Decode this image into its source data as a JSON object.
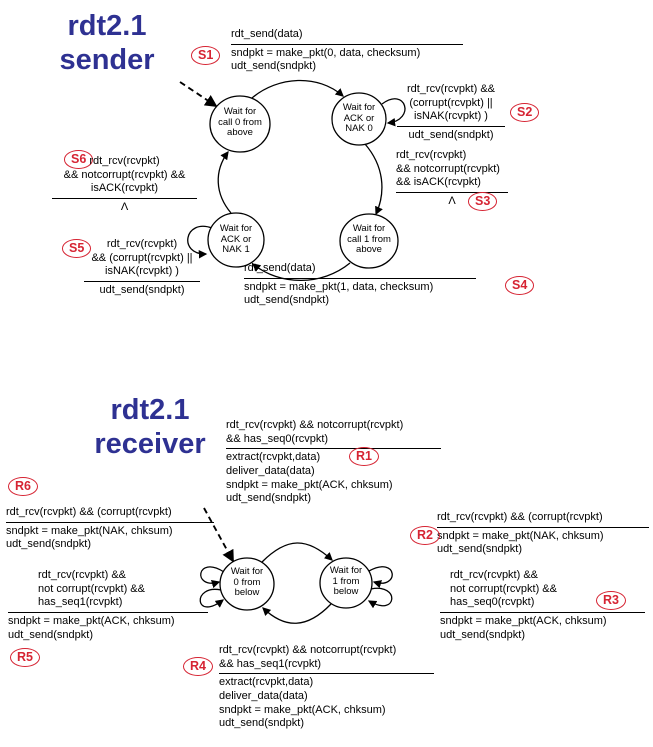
{
  "colors": {
    "title_blue": "#2e3192",
    "badge_red": "#d62433",
    "ink": "#000000"
  },
  "sender": {
    "title": "rdt2.1\nsender",
    "states": [
      {
        "label": "Wait for\ncall 0 from\nabove"
      },
      {
        "label": "Wait for\nACK or\nNAK 0"
      },
      {
        "label": "Wait for\ncall 1 from\nabove"
      },
      {
        "label": "Wait for\nACK or\nNAK 1"
      }
    ],
    "transitions": [
      {
        "id": "S1",
        "cond": "rdt_send(data)",
        "act": "sndpkt = make_pkt(0, data, checksum)\nudt_send(sndpkt)"
      },
      {
        "id": "S2",
        "cond": "rdt_rcv(rcvpkt) &&\n(corrupt(rcvpkt) ||\nisNAK(rcvpkt) )",
        "act": "udt_send(sndpkt)"
      },
      {
        "id": "S3",
        "cond": "rdt_rcv(rcvpkt)\n&& notcorrupt(rcvpkt)\n&& isACK(rcvpkt)",
        "act": "Λ"
      },
      {
        "id": "S4",
        "cond": "rdt_send(data)",
        "act": "sndpkt = make_pkt(1, data, checksum)\nudt_send(sndpkt)"
      },
      {
        "id": "S5",
        "cond": "rdt_rcv(rcvpkt)\n&& (corrupt(rcvpkt) ||\nisNAK(rcvpkt) )",
        "act": "udt_send(sndpkt)"
      },
      {
        "id": "S6",
        "cond": "rdt_rcv(rcvpkt)\n&& notcorrupt(rcvpkt) &&\nisACK(rcvpkt)",
        "act": "Λ"
      }
    ]
  },
  "receiver": {
    "title": "rdt2.1\nreceiver",
    "states": [
      {
        "label": "Wait for\n0 from\nbelow"
      },
      {
        "label": "Wait for\n1 from\nbelow"
      }
    ],
    "transitions": [
      {
        "id": "R1",
        "cond": "rdt_rcv(rcvpkt) && notcorrupt(rcvpkt)\n&& has_seq0(rcvpkt)",
        "act": "extract(rcvpkt,data)\ndeliver_data(data)\nsndpkt = make_pkt(ACK, chksum)\nudt_send(sndpkt)"
      },
      {
        "id": "R2",
        "cond": "rdt_rcv(rcvpkt) && (corrupt(rcvpkt)",
        "act": "sndpkt = make_pkt(NAK, chksum)\nudt_send(sndpkt)"
      },
      {
        "id": "R3",
        "cond": "rdt_rcv(rcvpkt) &&\nnot corrupt(rcvpkt) &&\nhas_seq0(rcvpkt)",
        "act": "sndpkt = make_pkt(ACK, chksum)\nudt_send(sndpkt)"
      },
      {
        "id": "R4",
        "cond": "rdt_rcv(rcvpkt) && notcorrupt(rcvpkt)\n&& has_seq1(rcvpkt)",
        "act": "extract(rcvpkt,data)\ndeliver_data(data)\nsndpkt = make_pkt(ACK, chksum)\nudt_send(sndpkt)"
      },
      {
        "id": "R5",
        "cond": "rdt_rcv(rcvpkt) &&\nnot corrupt(rcvpkt) &&\nhas_seq1(rcvpkt)",
        "act": "sndpkt = make_pkt(ACK, chksum)\nudt_send(sndpkt)"
      },
      {
        "id": "R6",
        "cond": "rdt_rcv(rcvpkt) && (corrupt(rcvpkt)",
        "act": "sndpkt = make_pkt(NAK, chksum)\nudt_send(sndpkt)"
      }
    ]
  }
}
